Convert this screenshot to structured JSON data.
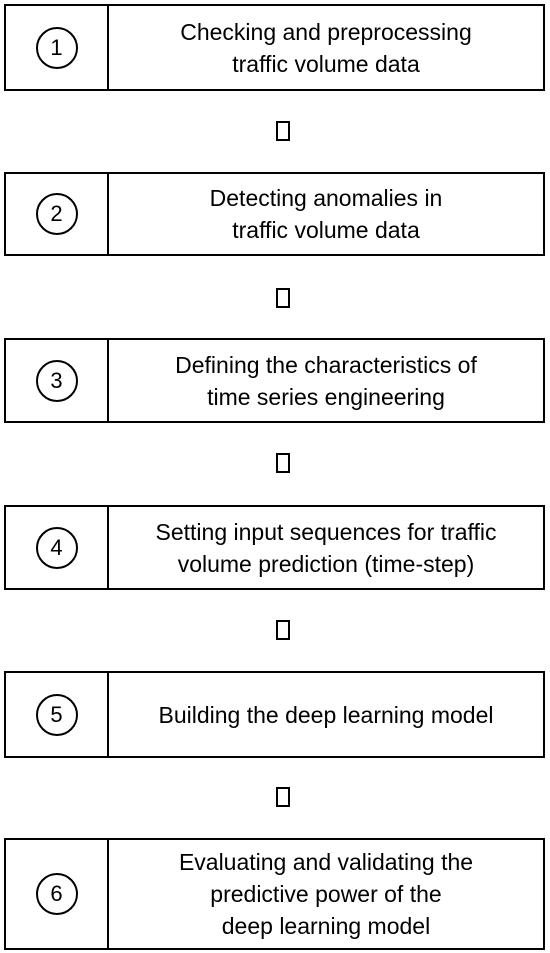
{
  "steps": [
    {
      "number": "1",
      "text": "Checking and preprocessing\ntraffic volume data"
    },
    {
      "number": "2",
      "text": "Detecting anomalies in\ntraffic volume data"
    },
    {
      "number": "3",
      "text": "Defining the characteristics of\ntime series engineering"
    },
    {
      "number": "4",
      "text": "Setting input sequences for traffic\nvolume prediction (time-step)"
    },
    {
      "number": "5",
      "text": "Building the deep learning model"
    },
    {
      "number": "6",
      "text": "Evaluating and validating the\npredictive power of the\ndeep learning model"
    }
  ],
  "connector_icon": "missing-glyph-box"
}
